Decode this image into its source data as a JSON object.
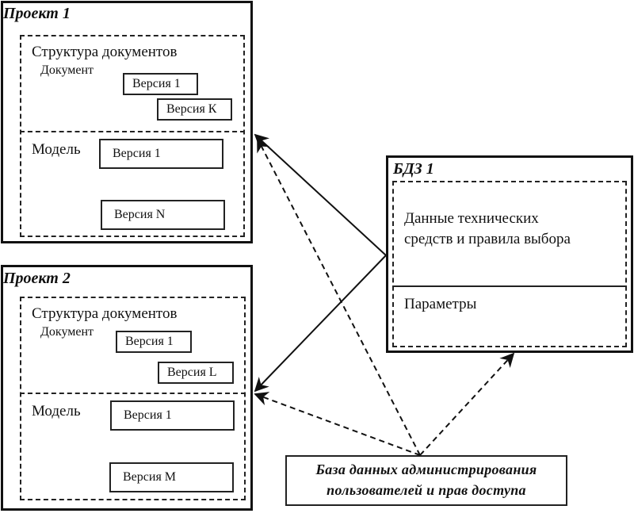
{
  "projects": [
    {
      "title": "Проект 1",
      "doc_structure_label": "Структура документов",
      "document_label": "Документ",
      "doc_versions": [
        "Версия 1",
        "Версия К"
      ],
      "model_label": "Модель",
      "model_versions": [
        "Версия 1",
        "Версия N"
      ]
    },
    {
      "title": "Проект 2",
      "doc_structure_label": "Структура документов",
      "document_label": "Документ",
      "doc_versions": [
        "Версия 1",
        "Версия L"
      ],
      "model_label": "Модель",
      "model_versions": [
        "Версия 1",
        "Версия M"
      ]
    }
  ],
  "bdz": {
    "title": "БДЗ 1",
    "data_label_line1": "Данные технических",
    "data_label_line2": "средств и правила выбора",
    "params_label": "Параметры"
  },
  "admin_db": {
    "line1": "База данных администрирования",
    "line2": "пользователей и прав доступа"
  },
  "connections": [
    {
      "from": "bdz",
      "to": "project-1",
      "style": "solid"
    },
    {
      "from": "bdz",
      "to": "project-2",
      "style": "solid"
    },
    {
      "from": "admin_db",
      "to": "project-1",
      "style": "dashed"
    },
    {
      "from": "admin_db",
      "to": "project-2",
      "style": "dashed"
    },
    {
      "from": "admin_db",
      "to": "bdz",
      "style": "dashed"
    }
  ]
}
